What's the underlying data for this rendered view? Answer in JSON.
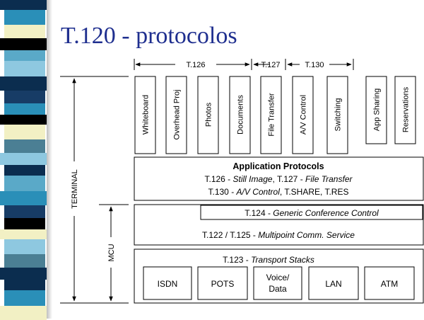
{
  "slide": {
    "title": "T.120 - protocolos",
    "strip_colors": [
      "#0b2d4f",
      "#2a8fb8",
      "#f2f0c4",
      "#5aa9c8",
      "#000000",
      "#8ec8e0",
      "#173c66",
      "#4b7f94"
    ]
  },
  "diagram": {
    "brackets": [
      {
        "label": "T.126"
      },
      {
        "label": "T.127"
      },
      {
        "label": "T.130"
      }
    ],
    "apps": [
      "Whiteboard",
      "Overhead Proj",
      "Photos",
      "Documents",
      "File Transfer",
      "A/V Control",
      "Switching",
      "App Sharing",
      "Reservations"
    ],
    "application_protocols": {
      "heading": "Application Protocols",
      "line2_a": "T.126 - ",
      "line2_b": "Still Image",
      "line2_c": ", T.127 - ",
      "line2_d": "File Transfer",
      "line3_a": "T.130 - ",
      "line3_b": "A/V Control",
      "line3_c": ", T.SHARE, T.RES"
    },
    "gcc": {
      "prefix": "T.124 - ",
      "italic": "Generic Conference Control"
    },
    "mcs": {
      "prefix": "T.122 / T.125 - ",
      "italic": "Multipoint Comm. Service"
    },
    "transport": {
      "prefix": "T.123 - ",
      "italic": "Transport Stacks"
    },
    "networks": [
      {
        "line1": "ISDN",
        "line2": ""
      },
      {
        "line1": "POTS",
        "line2": ""
      },
      {
        "line1": "Voice/",
        "line2": "Data"
      },
      {
        "line1": "LAN",
        "line2": ""
      },
      {
        "line1": "ATM",
        "line2": ""
      }
    ],
    "side_labels": {
      "terminal": "TERMINAL",
      "mcu": "MCU"
    }
  }
}
